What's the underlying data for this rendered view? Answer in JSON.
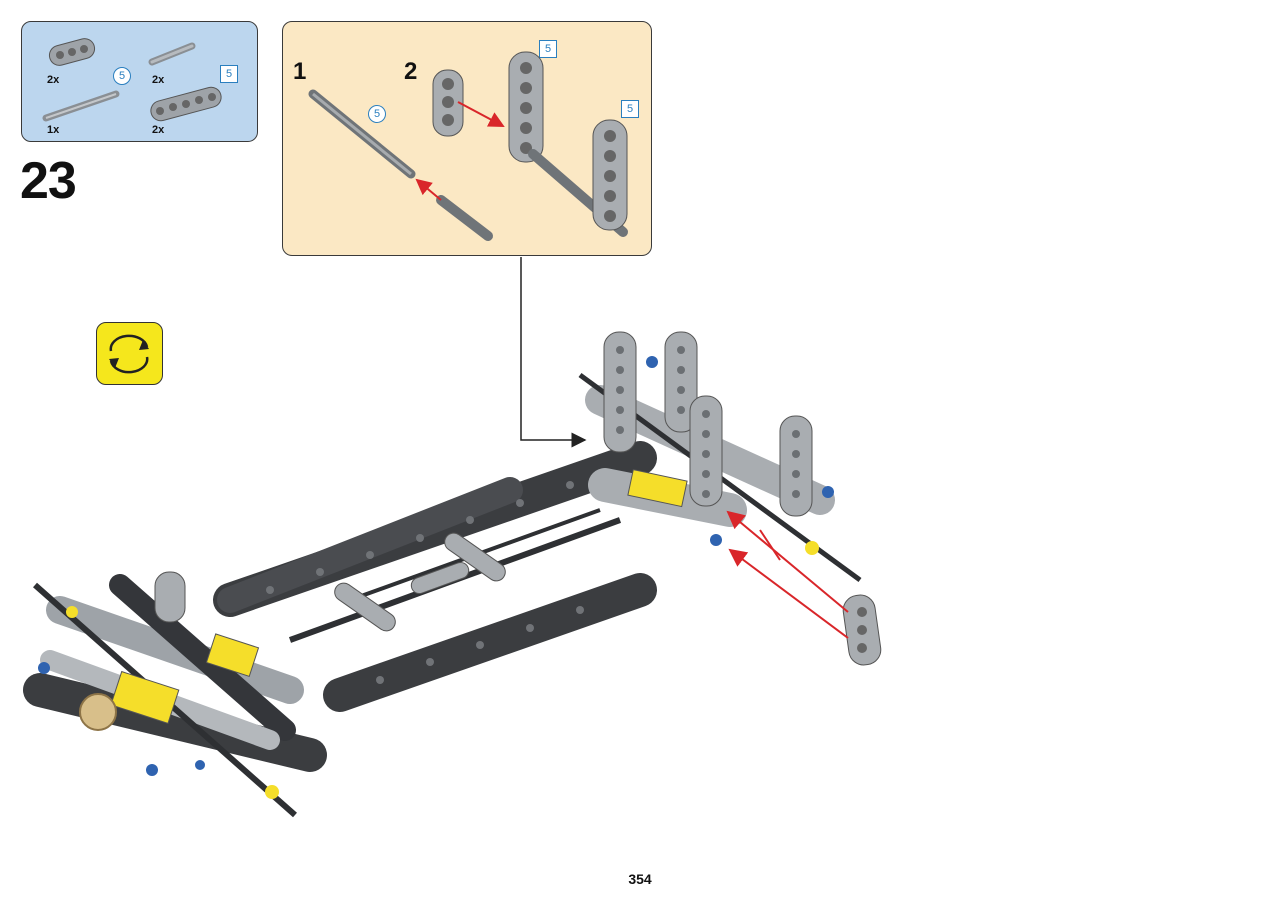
{
  "step": {
    "number": "23"
  },
  "parts_list": [
    {
      "qty": "2x",
      "name": "beam-3"
    },
    {
      "qty": "2x",
      "name": "axle-pin-5",
      "length_circle": "5"
    },
    {
      "qty": "1x",
      "name": "axle"
    },
    {
      "qty": "2x",
      "name": "beam-5",
      "length_square": "5"
    }
  ],
  "sub_assembly": {
    "steps": [
      "1",
      "2"
    ],
    "axle_length": "5",
    "beam_length_a": "5",
    "beam_length_b": "5"
  },
  "icons": {
    "rotate": "rotate-model-icon"
  },
  "colors": {
    "parts_bg": "#bcd6ee",
    "sub_bg": "#fbe8c4",
    "rotate_bg": "#f5e71c",
    "arrow": "#d9262a"
  },
  "page": {
    "number": "354"
  }
}
